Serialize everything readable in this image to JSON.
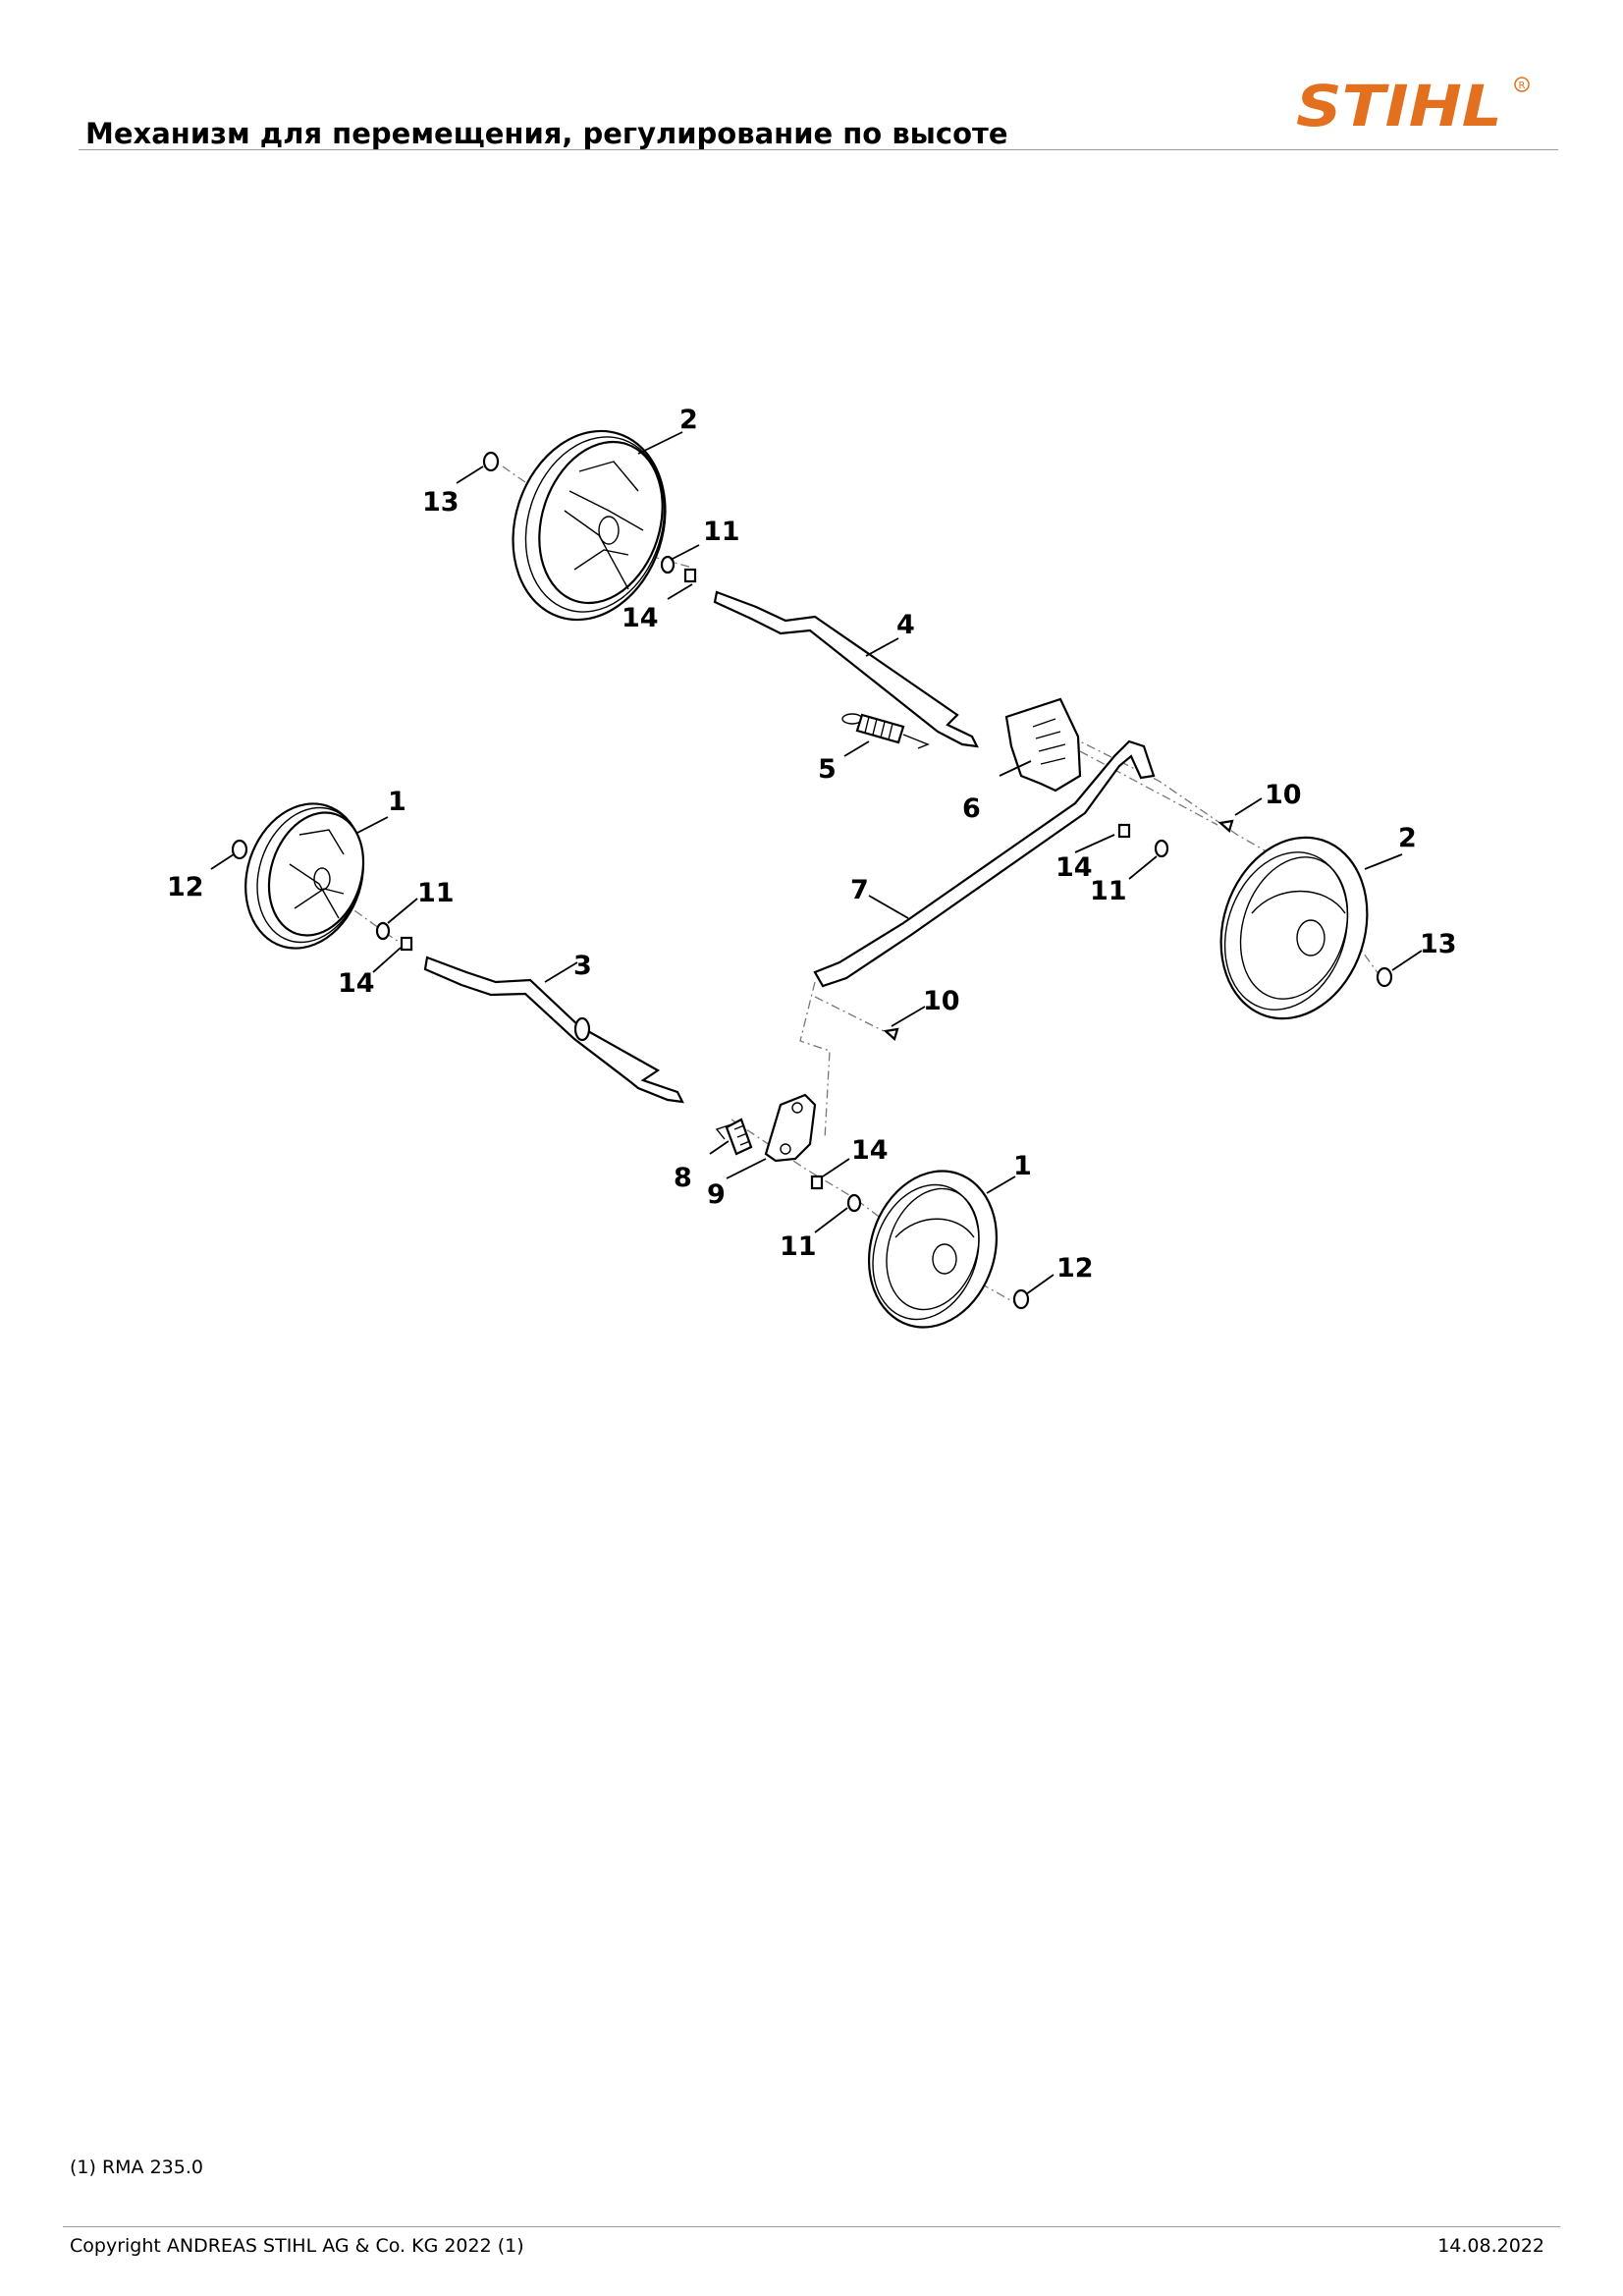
{
  "header": {
    "title": "Механизм для перемещения, регулирование по высоте",
    "logo_text": "STIHL",
    "brand_color": "#e2701e"
  },
  "diagram": {
    "callouts": [
      "1",
      "2",
      "3",
      "4",
      "5",
      "6",
      "7",
      "8",
      "9",
      "10",
      "11",
      "12",
      "13",
      "14"
    ]
  },
  "footnote": "(1) RMA 235.0",
  "footer": {
    "copyright": "Copyright ANDREAS STIHL AG & Co. KG 2022 (1)",
    "date": "14.08.2022"
  }
}
